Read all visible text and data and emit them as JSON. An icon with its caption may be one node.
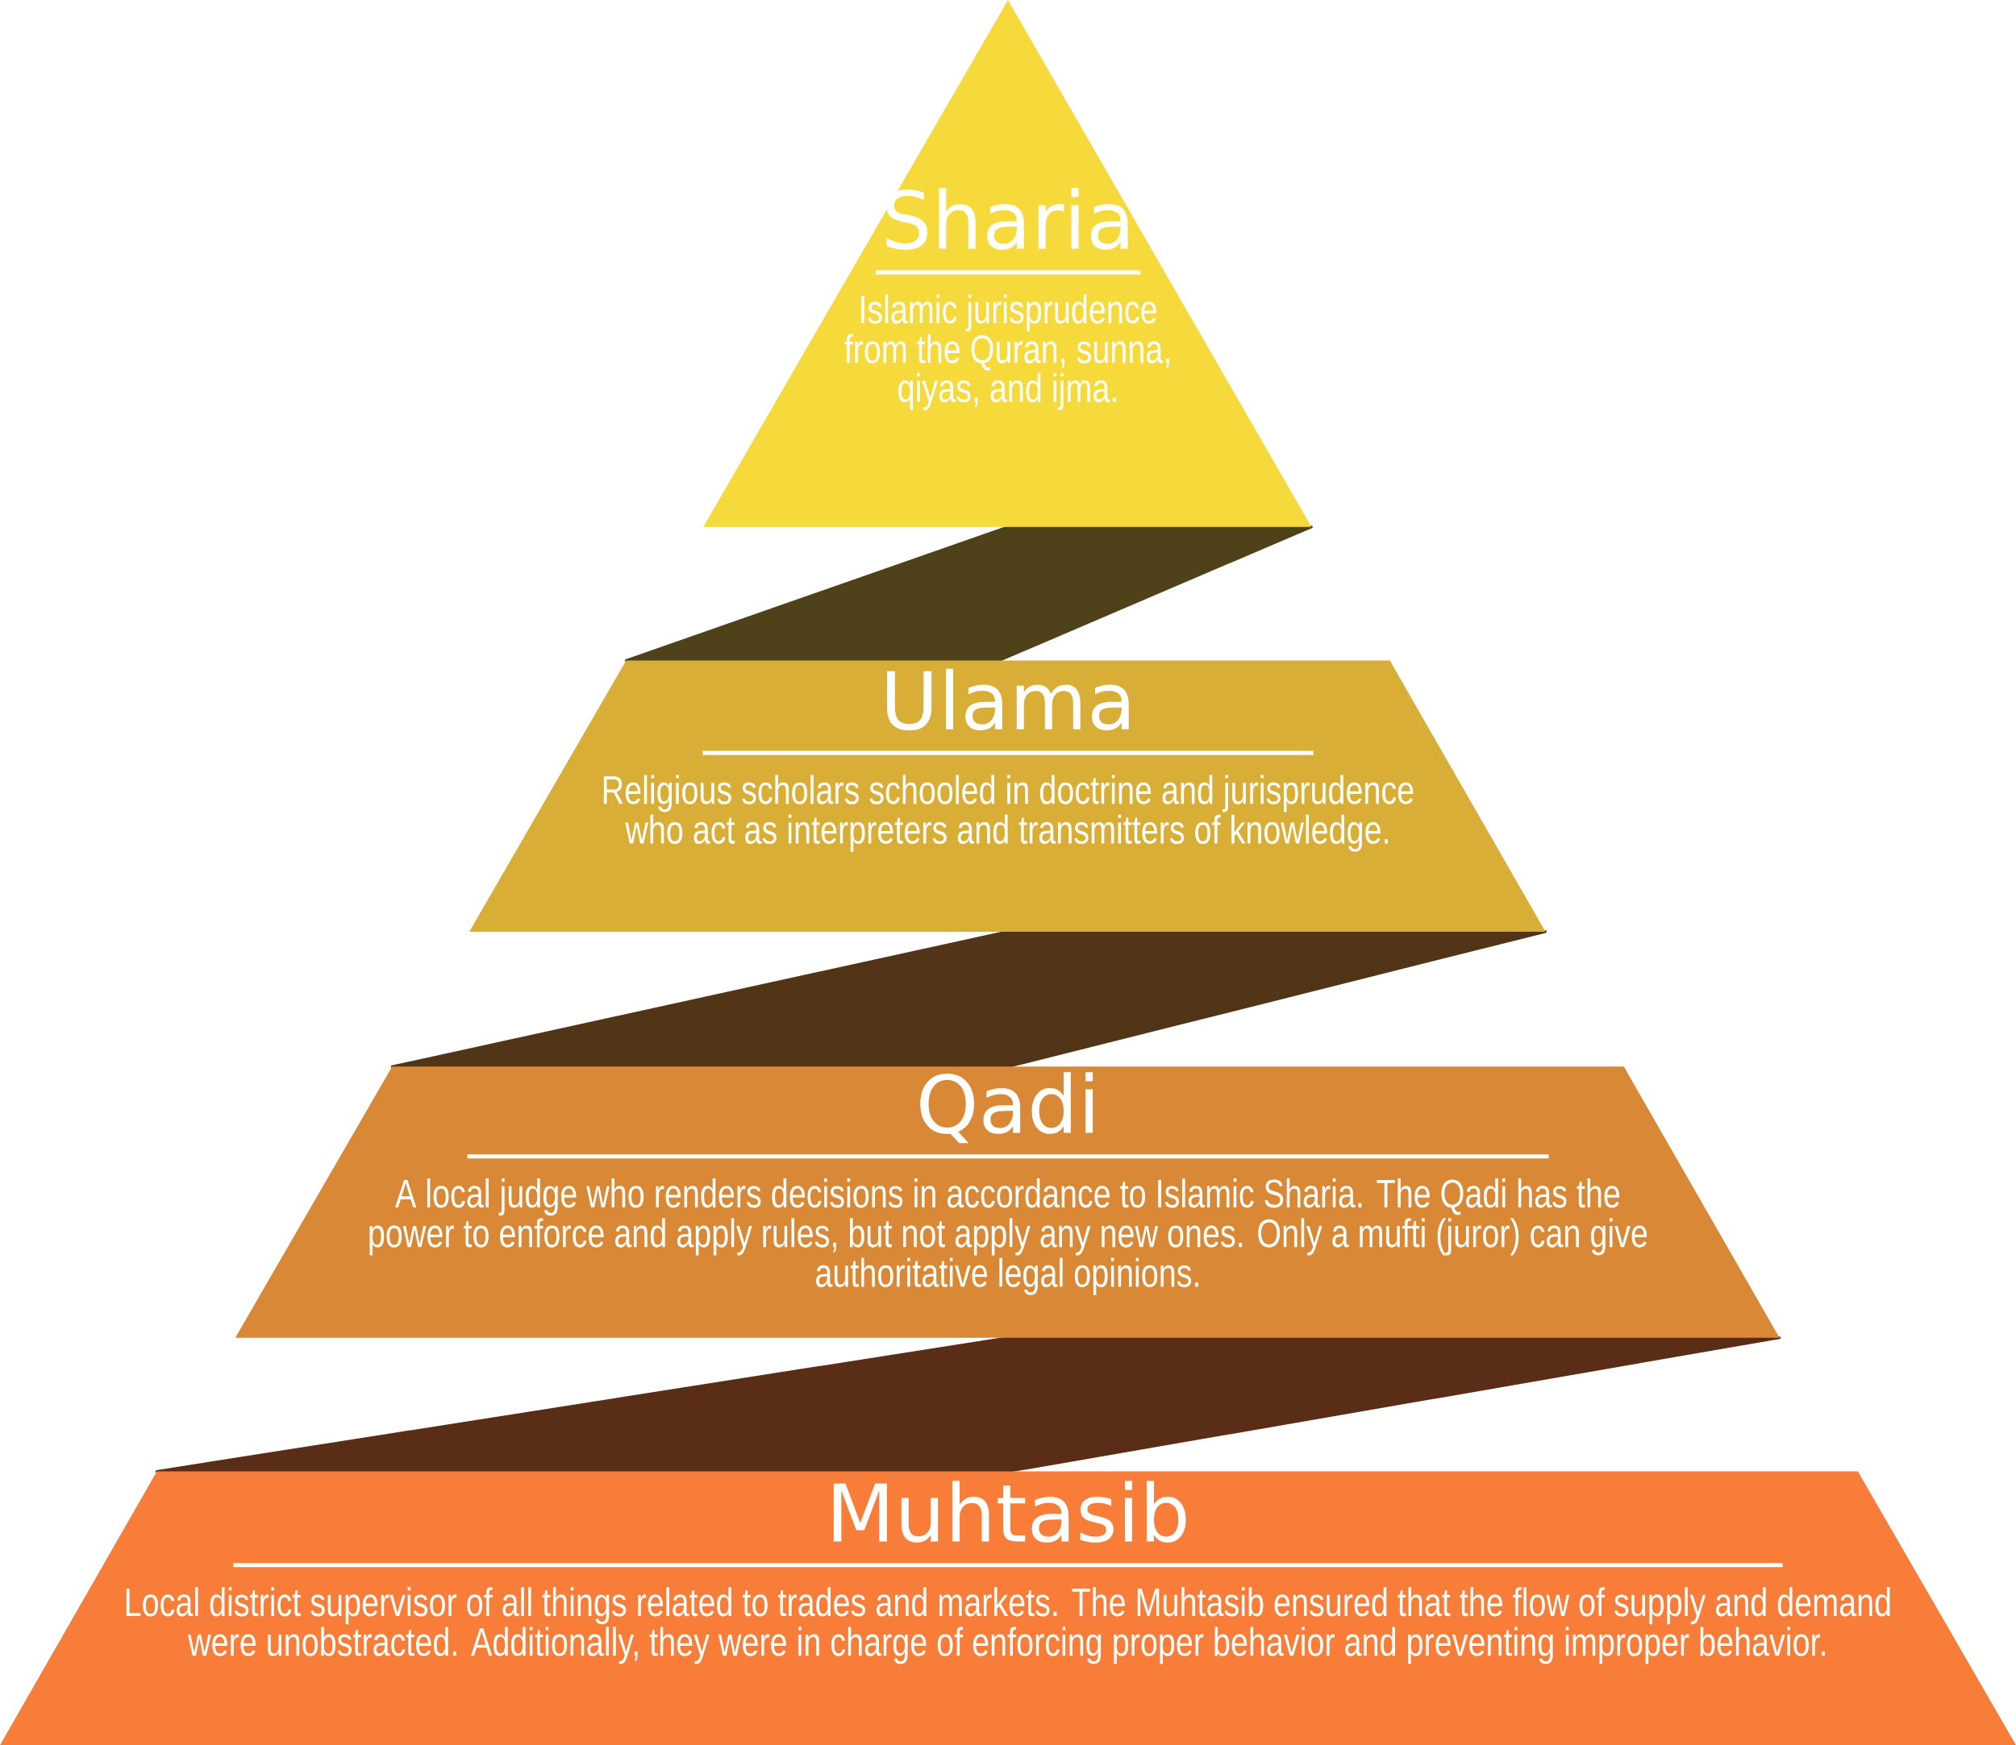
{
  "diagram": {
    "nodes": [
      {
        "text": [
          "Sharia",
          "Islamic jurisprudence from the Quran, sunna, qiyas, and ijma."
        ]
      },
      {
        "text": [
          "Ulama",
          "Religious scholars schooled in doctrine and jurisprudence who act as interpreters and transmitters of knowledge."
        ]
      },
      {
        "text": [
          "Qadi",
          "A local judge who renders decisions in accordance to Islamic Sharia. The Qadi has the power to enforce and apply rules, but not apply any new ones. Only a mufti (juror) can give authoritative legal opinions."
        ]
      },
      {
        "text": [
          "Muhtasib",
          "Local district supervisor of all things related to trades and markets. The Muhtasib ensured that the flow of supply and demand were unobstracted. Additionally, they were in charge of enforcing proper behavior and preventing improper behavior."
        ]
      }
    ],
    "edges": [
      {
        "from": 0,
        "to": 1,
        "arrow": "none",
        "style": "thick",
        "color": "#4f4119"
      },
      {
        "from": 1,
        "to": 2,
        "arrow": "none",
        "style": "thick",
        "color": "#523417"
      },
      {
        "from": 2,
        "to": 3,
        "arrow": "none",
        "style": "thick",
        "color": "#5a2d16"
      }
    ]
  }
}
